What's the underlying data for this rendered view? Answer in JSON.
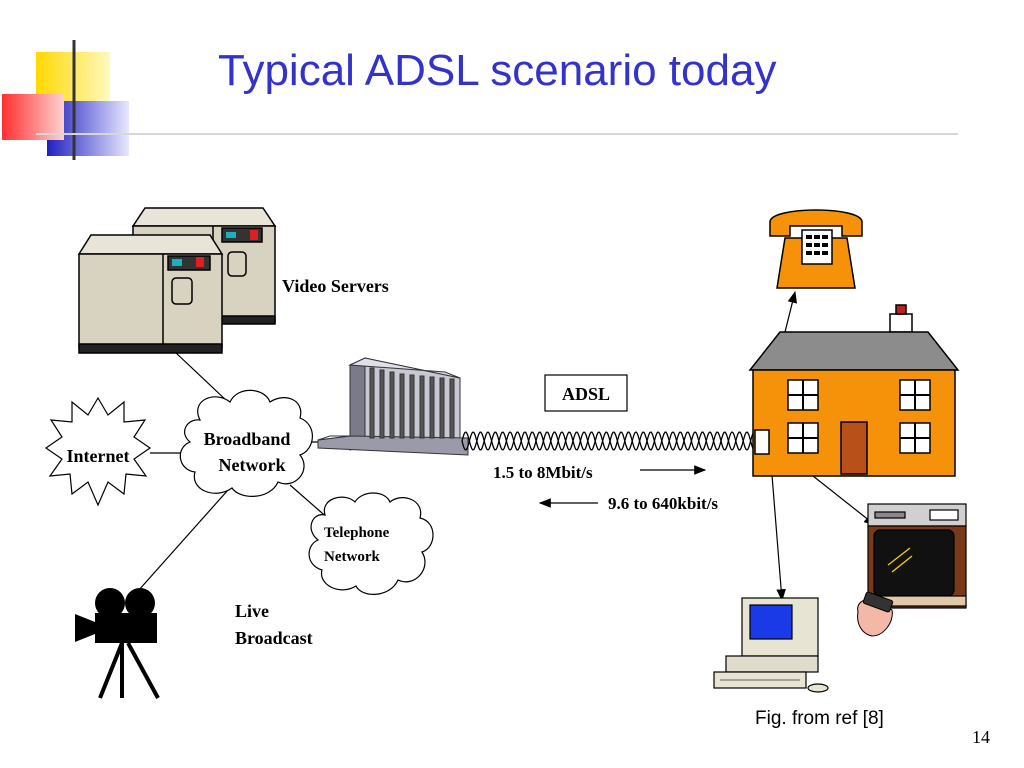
{
  "title": "Typical ADSL scenario today",
  "labels": {
    "video_servers": "Video Servers",
    "internet": "Internet",
    "broadband_line1": "Broadband",
    "broadband_line2": "Network",
    "telephone_line1": "Telephone",
    "telephone_line2": "Network",
    "live_line1": "Live",
    "live_line2": "Broadcast",
    "adsl": "ADSL",
    "downstream_rate": "1.5 to 8Mbit/s",
    "upstream_rate": "9.6 to 640kbit/s"
  },
  "caption": "Fig. from ref [8]",
  "page_number": "14",
  "colors": {
    "title": "#3333cc",
    "accent_yellow": "#ffd800",
    "accent_red": "#ff4040",
    "accent_blue": "#3333cc",
    "house_wall": "#f5920a",
    "roof": "#8c8c8c",
    "phone": "#f5920a"
  }
}
